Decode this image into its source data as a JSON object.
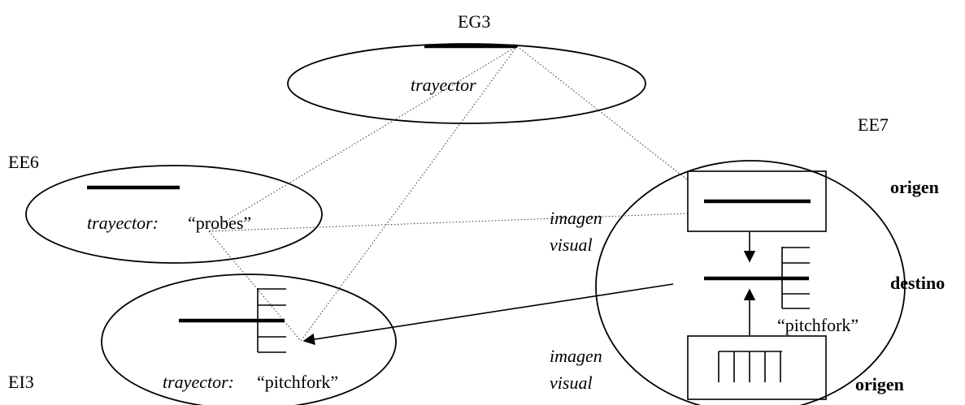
{
  "spaces": {
    "eg3": {
      "name": "EG3",
      "role": "trayector"
    },
    "ee6": {
      "name": "EE6",
      "role": "trayector:",
      "quote": "“probes”"
    },
    "ei3": {
      "name": "EI3",
      "role": "trayector:",
      "quote": "“pitchfork”"
    },
    "ee7": {
      "name": "EE7",
      "origin_top": "origen",
      "destination": "destino",
      "origin_bottom": "origen",
      "quote": "“pitchfork”",
      "image_upper_1": "imagen",
      "image_upper_2": "visual",
      "image_lower_1": "imagen",
      "image_lower_2": "visual"
    }
  }
}
